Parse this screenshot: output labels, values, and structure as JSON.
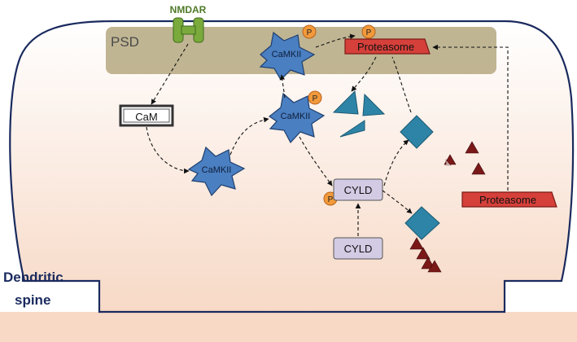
{
  "labels": {
    "nmdar": "NMDAR",
    "psd": "PSD",
    "cam": "CaM",
    "camkii": "CaMKII",
    "proteasome": "Proteasome",
    "cyld": "CYLD",
    "phospho": "P",
    "spine_line1": "Dendritic",
    "spine_line2": "spine"
  },
  "colors": {
    "membrane": "#1a2a5e",
    "cytoplasm_top": "#ffffff",
    "cytoplasm_bottom": "#f7d9c6",
    "psd_band": "#b5a880",
    "psd_text": "#4a4a4a",
    "nmdar_green": "#7aaa3c",
    "camkii_blue": "#4a7fc1",
    "proteasome_red": "#d6403a",
    "cyld_lavender": "#d3cbe4",
    "phospho_orange": "#f29a3b",
    "fragment_teal": "#2e84a6",
    "ubiquitin_maroon": "#7a1818",
    "title_blue": "#1a2a5e"
  }
}
